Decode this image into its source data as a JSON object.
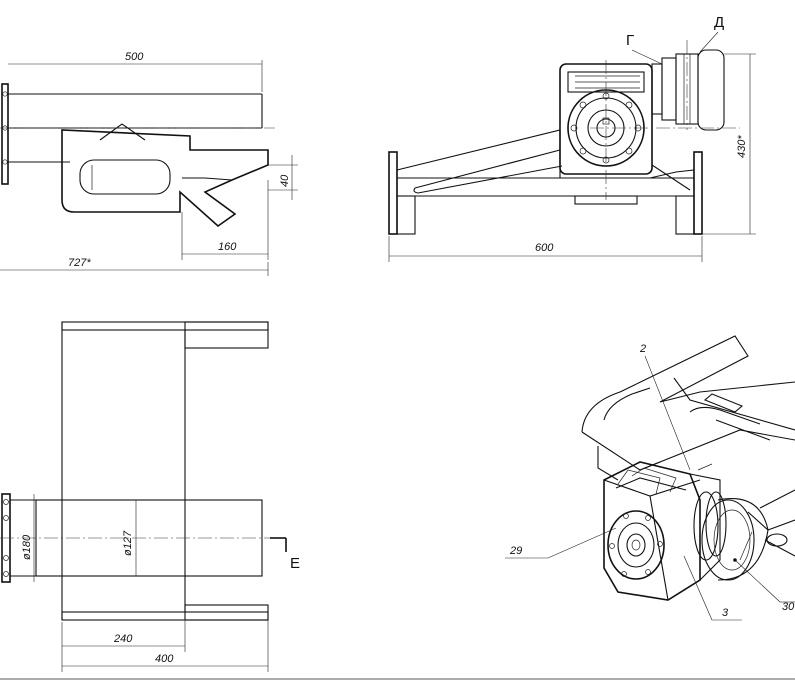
{
  "dimensions": {
    "side_length": "500",
    "side_overall": "727*",
    "side_height": "40",
    "side_outlet": "160",
    "front_width": "600",
    "front_height": "430*",
    "plan_dia_flange": "ø180",
    "plan_dia_tube": "ø127",
    "plan_inner": "240",
    "plan_outer": "400"
  },
  "labels": {
    "view_g": "Г",
    "view_d": "Д",
    "section_e": "Е"
  },
  "callouts": {
    "c2": "2",
    "c29": "29",
    "c3": "3",
    "c30": "30"
  }
}
